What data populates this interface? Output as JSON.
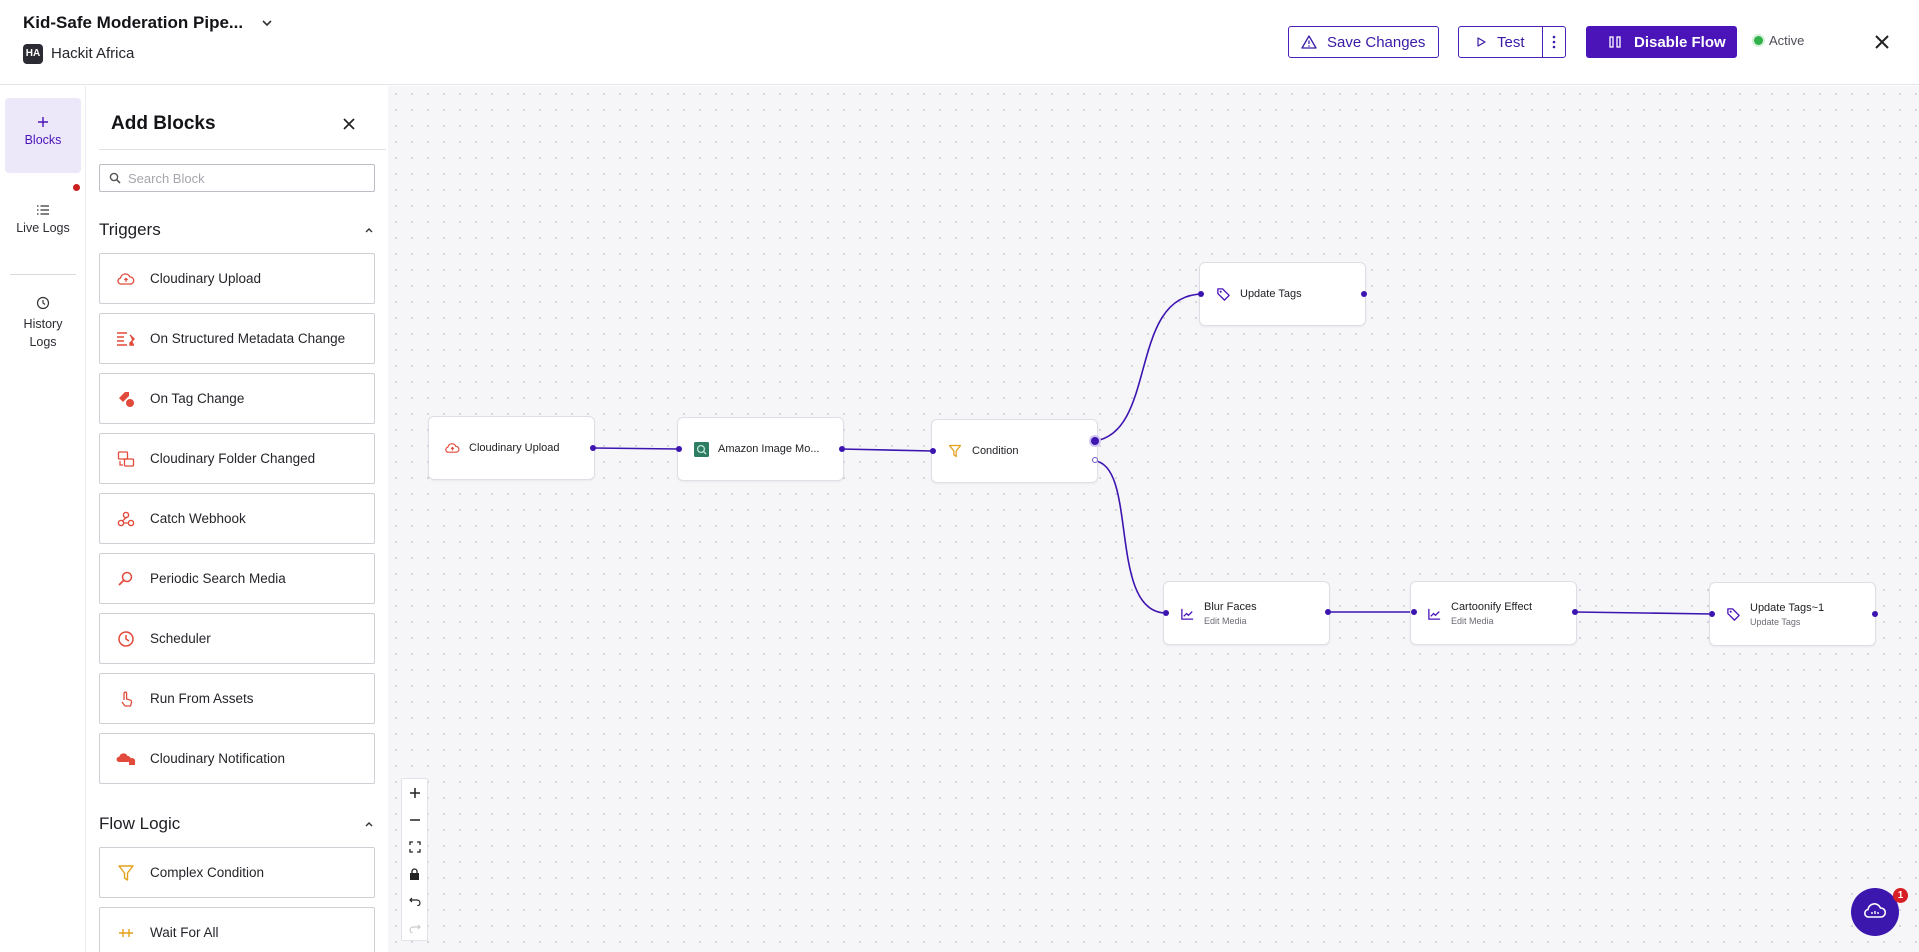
{
  "header": {
    "flow_title": "Kid-Safe Moderation Pipe...",
    "workspace_initials": "HA",
    "workspace_name": "Hackit Africa",
    "save_label": "Save Changes",
    "test_label": "Test",
    "disable_label": "Disable Flow",
    "status_label": "Active"
  },
  "rail": {
    "blocks_label": "Blocks",
    "live_logs_label": "Live Logs",
    "history_logs_label": "History Logs"
  },
  "panel": {
    "title": "Add Blocks",
    "search_placeholder": "Search Block",
    "triggers_title": "Triggers",
    "triggers": [
      {
        "label": "Cloudinary Upload",
        "icon": "cloud-upload-icon"
      },
      {
        "label": "On Structured Metadata Change",
        "icon": "metadata-icon"
      },
      {
        "label": "On Tag Change",
        "icon": "tag-icon"
      },
      {
        "label": "Cloudinary Folder Changed",
        "icon": "folder-change-icon"
      },
      {
        "label": "Catch Webhook",
        "icon": "webhook-icon"
      },
      {
        "label": "Periodic Search Media",
        "icon": "search-media-icon"
      },
      {
        "label": "Scheduler",
        "icon": "clock-icon"
      },
      {
        "label": "Run From Assets",
        "icon": "pointer-icon"
      },
      {
        "label": "Cloudinary Notification",
        "icon": "notification-icon"
      }
    ],
    "flow_logic_title": "Flow Logic",
    "flow_logic": [
      {
        "label": "Complex Condition",
        "icon": "filter-icon"
      },
      {
        "label": "Wait For All",
        "icon": "wait-icon"
      }
    ]
  },
  "canvas": {
    "nodes": [
      {
        "id": "n1",
        "label": "Cloudinary Upload",
        "sub": "",
        "icon": "cloud-upload-icon"
      },
      {
        "id": "n2",
        "label": "Amazon Image Mo...",
        "sub": "",
        "icon": "amazon-rekognition-icon"
      },
      {
        "id": "n3",
        "label": "Condition",
        "sub": "",
        "icon": "filter-icon"
      },
      {
        "id": "n4",
        "label": "Update Tags",
        "sub": "",
        "icon": "tag-icon"
      },
      {
        "id": "n5",
        "label": "Blur Faces",
        "sub": "Edit Media",
        "icon": "edit-media-icon"
      },
      {
        "id": "n6",
        "label": "Cartoonify Effect",
        "sub": "Edit Media",
        "icon": "edit-media-icon"
      },
      {
        "id": "n7",
        "label": "Update Tags~1",
        "sub": "Update Tags",
        "icon": "tag-icon"
      }
    ]
  },
  "chat": {
    "badge_count": "1"
  },
  "colors": {
    "accent": "#4b14b8",
    "edge": "#3c14b0",
    "trigger_red": "#e24a3b",
    "condition_yellow": "#e3a11a",
    "active_green": "#32b24a"
  }
}
